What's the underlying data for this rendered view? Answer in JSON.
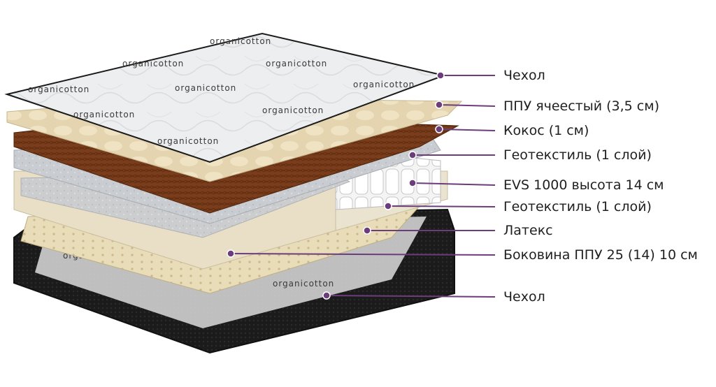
{
  "diagram": {
    "accent_color": "#6b3d7a",
    "cover_print": "organicotton",
    "layers": [
      {
        "label": "Чехол"
      },
      {
        "label": "ППУ ячеестый (3,5 см)"
      },
      {
        "label": "Кокос (1 см)"
      },
      {
        "label": "Геотекстиль (1 слой)"
      },
      {
        "label": "EVS 1000 высота 14 см"
      },
      {
        "label": "Геотекстиль (1 слой)"
      },
      {
        "label": "Латекс"
      },
      {
        "label": "Боковина ППУ 25 (14) 10 см"
      },
      {
        "label": "Чехол"
      }
    ]
  }
}
